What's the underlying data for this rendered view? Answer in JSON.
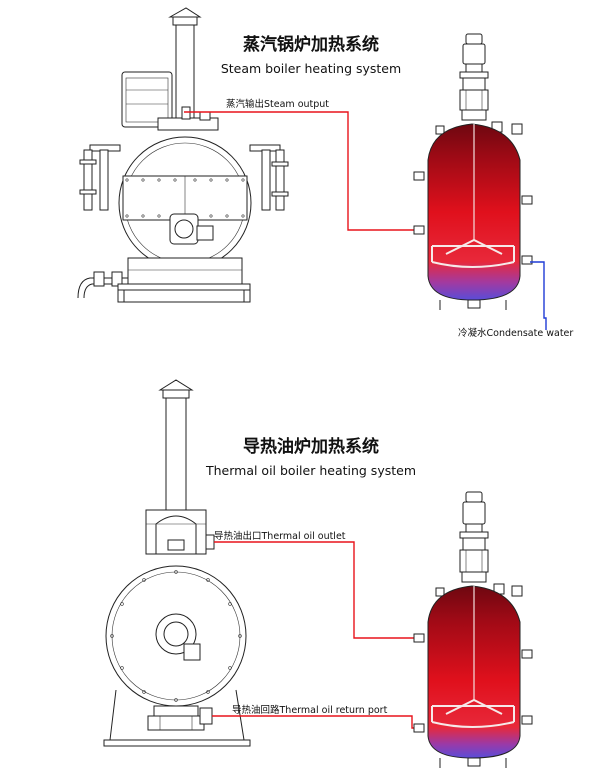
{
  "steam_system": {
    "title_cn": "蒸汽锅炉加热系统",
    "title_en": "Steam boiler heating system",
    "output_label": "蒸汽输出Steam output",
    "condensate_label": "冷凝水Condensate water"
  },
  "oil_system": {
    "title_cn": "导热油炉加热系统",
    "title_en": "Thermal oil boiler heating system",
    "outlet_label": "导热油出口Thermal oil outlet",
    "return_label": "导热油回路Thermal oil return port"
  },
  "colors": {
    "pipe_red": "#e8131b",
    "pipe_blue": "#1f3bd6",
    "vessel_top": "#7a0a12",
    "vessel_mid": "#e0101c",
    "vessel_bottom": "#6a4ad8",
    "line": "#222222"
  }
}
